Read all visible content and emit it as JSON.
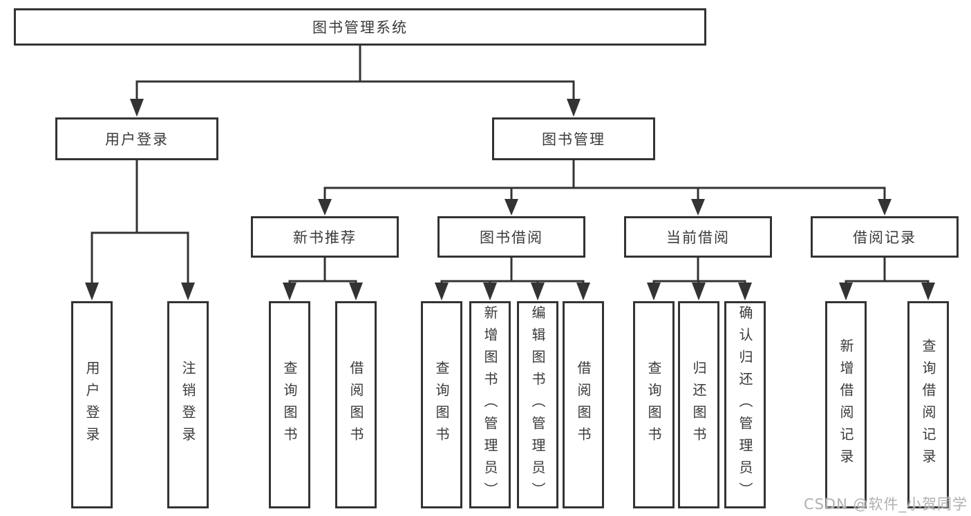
{
  "nodes": {
    "root": "图书管理系统",
    "user_login": "用户登录",
    "book_mgmt": "图书管理",
    "new_books": "新书推荐",
    "book_borrow": "图书借阅",
    "current_borrow": "当前借阅",
    "borrow_records": "借阅记录",
    "ul_login": "用户登录",
    "ul_logout": "注销登录",
    "nb_query": "查询图书",
    "nb_borrow": "借阅图书",
    "bb_query": "查询图书",
    "bb_add": "新增图书（管理员）",
    "bb_edit": "编辑图书（管理员）",
    "bb_borrow": "借阅图书",
    "cb_query": "查询图书",
    "cb_return": "归还图书",
    "cb_confirm": "确认归还（管理员）",
    "br_add": "新增借阅记录",
    "br_query": "查询借阅记录"
  },
  "hierarchy": {
    "图书管理系统": {
      "用户登录": [
        "用户登录",
        "注销登录"
      ],
      "图书管理": {
        "新书推荐": [
          "查询图书",
          "借阅图书"
        ],
        "图书借阅": [
          "查询图书",
          "新增图书（管理员）",
          "编辑图书（管理员）",
          "借阅图书"
        ],
        "当前借阅": [
          "查询图书",
          "归还图书",
          "确认归还（管理员）"
        ],
        "借阅记录": [
          "新增借阅记录",
          "查询借阅记录"
        ]
      }
    }
  },
  "watermark": "CSDN @软件_小贺同学",
  "colors": {
    "line": "#333333",
    "text": "#3a3a3a",
    "background": "#ffffff",
    "watermark": "#b0b0b0"
  }
}
